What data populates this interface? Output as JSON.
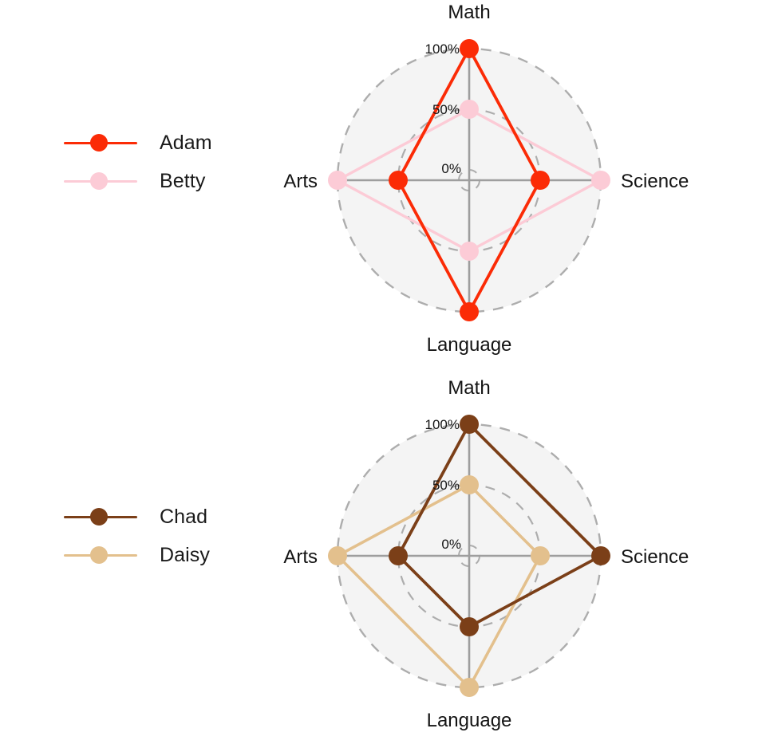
{
  "chart_data": [
    {
      "type": "radar",
      "title": "",
      "categories": [
        "Math",
        "Science",
        "Language",
        "Arts"
      ],
      "tick_labels": [
        "0%",
        "50%",
        "100%"
      ],
      "tick_values": [
        0,
        50,
        100
      ],
      "rlim": [
        0,
        100
      ],
      "grid": true,
      "legend_position": "left",
      "series": [
        {
          "name": "Adam",
          "color": "#FB2B06",
          "values": [
            100,
            50,
            100,
            50
          ]
        },
        {
          "name": "Betty",
          "color": "#FCCBD6",
          "values": [
            50,
            100,
            50,
            100
          ]
        }
      ]
    },
    {
      "type": "radar",
      "title": "",
      "categories": [
        "Math",
        "Science",
        "Language",
        "Arts"
      ],
      "tick_labels": [
        "0%",
        "50%",
        "100%"
      ],
      "tick_values": [
        0,
        50,
        100
      ],
      "rlim": [
        0,
        100
      ],
      "grid": true,
      "legend_position": "left",
      "series": [
        {
          "name": "Chad",
          "color": "#7B3F18",
          "values": [
            100,
            100,
            50,
            50
          ]
        },
        {
          "name": "Daisy",
          "color": "#E3C08D",
          "values": [
            50,
            50,
            100,
            100
          ]
        }
      ]
    }
  ],
  "panels": [
    {
      "id": "panel-top",
      "legend": {
        "items": [
          {
            "label": "Adam",
            "color": "#FB2B06",
            "marker": "circle-marker"
          },
          {
            "label": "Betty",
            "color": "#FCCBD6",
            "marker": "circle-marker"
          }
        ]
      },
      "axes": {
        "top": "Math",
        "right": "Science",
        "bottom": "Language",
        "left": "Arts"
      },
      "ticks": [
        "0%",
        "50%",
        "100%"
      ]
    },
    {
      "id": "panel-bottom",
      "legend": {
        "items": [
          {
            "label": "Chad",
            "color": "#7B3F18",
            "marker": "circle-marker"
          },
          {
            "label": "Daisy",
            "color": "#E3C08D",
            "marker": "circle-marker"
          }
        ]
      },
      "axes": {
        "top": "Math",
        "right": "Science",
        "bottom": "Language",
        "left": "Arts"
      },
      "ticks": [
        "0%",
        "50%",
        "100%"
      ]
    }
  ],
  "style": {
    "plot_background": "#F4F4F4",
    "grid_color": "#ADADAD",
    "spoke_color": "#9E9E9E",
    "page_background": "#FFFFFF",
    "text_color": "#141414"
  }
}
